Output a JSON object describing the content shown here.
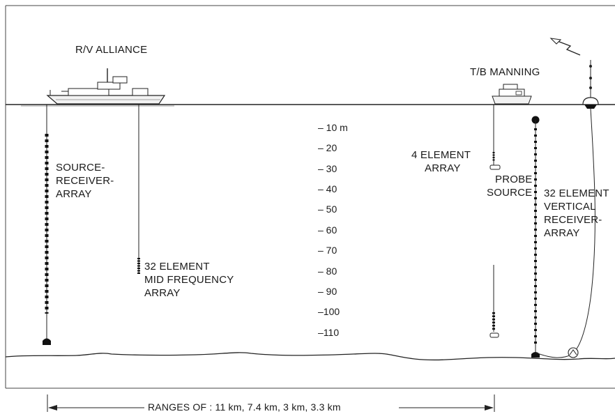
{
  "labels": {
    "ship_left": "R/V ALLIANCE",
    "ship_right": "T/B MANNING",
    "source_receiver": [
      "SOURCE-",
      "RECEIVER-",
      "ARRAY"
    ],
    "mid_freq": [
      "32 ELEMENT",
      "MID FREQUENCY",
      "ARRAY"
    ],
    "four_element": [
      "4 ELEMENT",
      "ARRAY"
    ],
    "probe_source": [
      "PROBE",
      "SOURCE"
    ],
    "vertical_receiver": [
      "32 ELEMENT",
      "VERTICAL",
      "RECEIVER-",
      "ARRAY"
    ],
    "ranges": "RANGES OF : 11 km, 7.4 km, 3 km, 3.3 km"
  },
  "depth_scale": [
    "– 10 m",
    "– 20",
    "– 30",
    "– 40",
    "– 50",
    "– 60",
    "– 70",
    "– 80",
    "– 90",
    "–100",
    "–110"
  ],
  "colors": {
    "ink": "#1a1a1a",
    "background": "#ffffff"
  },
  "icons": [
    "ship-icon",
    "buoy-icon",
    "radio-link-icon",
    "anchor-weight-icon"
  ]
}
